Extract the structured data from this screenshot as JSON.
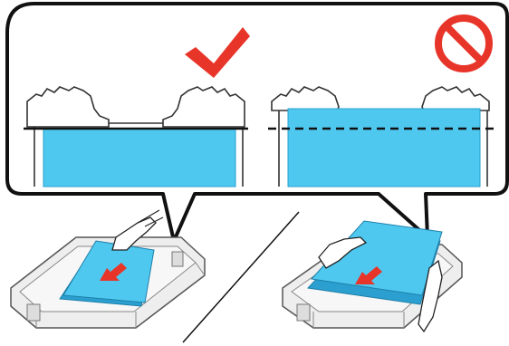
{
  "figure": {
    "kind": "paper-loading-illustration",
    "panels": [
      {
        "id": "correct",
        "indicator": "checkmark-icon",
        "fill_line": "solid"
      },
      {
        "id": "incorrect",
        "indicator": "prohibited-icon",
        "fill_line": "dashed"
      }
    ],
    "colors": {
      "paper": "#4fc8f0",
      "paper_stack_edge": "#2a9fd0",
      "check": "#e8352a",
      "prohibit": "#e8352a",
      "outline": "#111111",
      "tray": "#eeeeee",
      "arrow": "#e8352a"
    }
  }
}
